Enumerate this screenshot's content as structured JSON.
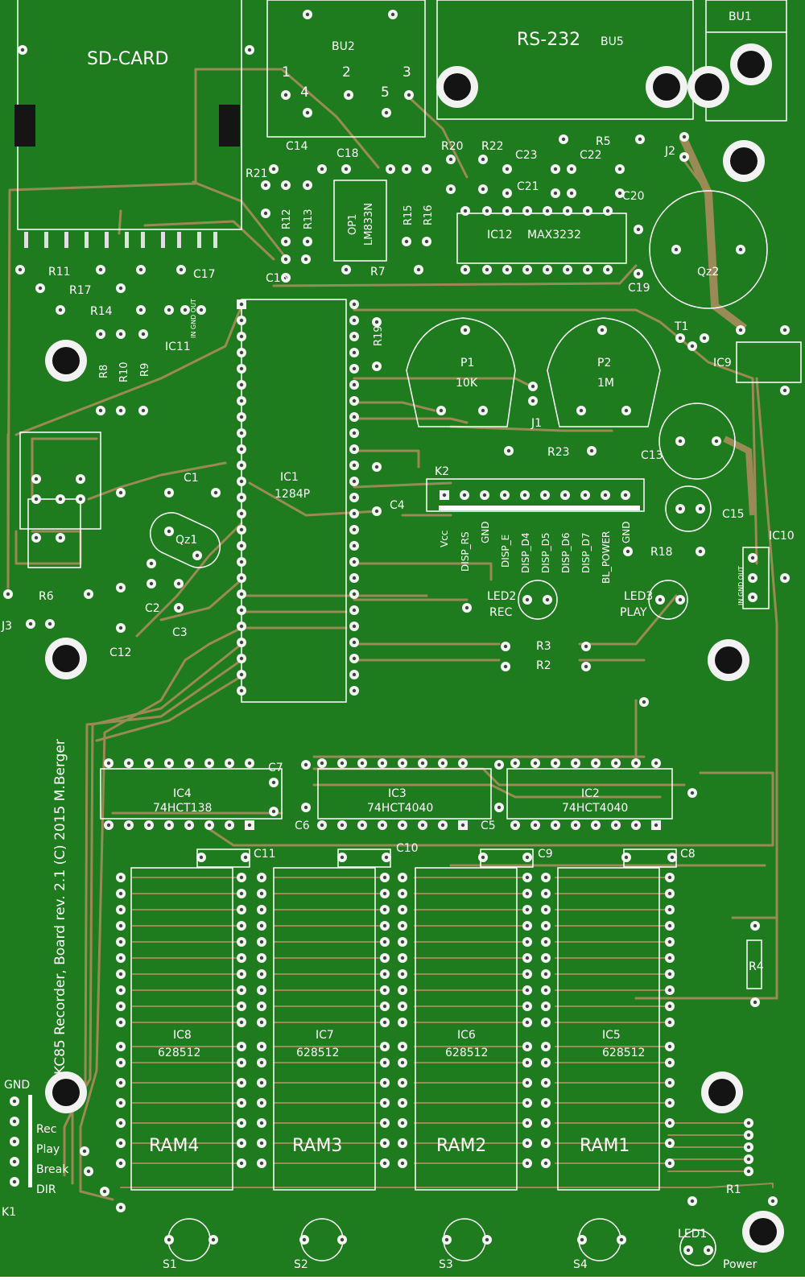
{
  "colors": {
    "board": "#1e7b1e",
    "trace": "#9a8a55",
    "silk": "#ffffff",
    "pad": "#ffffff",
    "hole": "#1a1a1a"
  },
  "labels": {
    "sdcard": "SD-CARD",
    "rs232": "RS-232",
    "bu1": "BU1",
    "bu2": "BU2",
    "bu5": "BU5",
    "pin1": "1",
    "pin2": "2",
    "pin3": "3",
    "pin4": "4",
    "pin5": "5",
    "c14": "C14",
    "c18": "C18",
    "c23": "C23",
    "c22": "C22",
    "c21": "C21",
    "c20": "C20",
    "c19": "C19",
    "c17": "C17",
    "c16": "C16",
    "c1": "C1",
    "c2": "C2",
    "c3": "C3",
    "c4": "C4",
    "c5": "C5",
    "c6": "C6",
    "c7": "C7",
    "c8": "C8",
    "c9": "C9",
    "c10": "C10",
    "c11": "C11",
    "c12": "C12",
    "c13": "C13",
    "c15": "C15",
    "r1": "R1",
    "r2": "R2",
    "r3": "R3",
    "r4": "R4",
    "r5": "R5",
    "r6": "R6",
    "r7": "R7",
    "r8": "R8",
    "r9": "R9",
    "r10": "R10",
    "r11": "R11",
    "r12": "R12",
    "r13": "R13",
    "r14": "R14",
    "r15": "R15",
    "r16": "R16",
    "r17": "R17",
    "r18": "R18",
    "r19": "R19",
    "r20": "R20",
    "r21": "R21",
    "r22": "R22",
    "r23": "R23",
    "j1": "J1",
    "j2": "J2",
    "j3": "J3",
    "t1": "T1",
    "k1": "K1",
    "k2": "K2",
    "op1": "OP1",
    "lm833n": "LM833N",
    "ic12": "IC12",
    "max3232": "MAX3232",
    "ic11": "IC11",
    "ic9": "IC9",
    "ic10": "IC10",
    "qz2": "Qz2",
    "qz1": "Qz1",
    "p1": "P1",
    "p1v": "10K",
    "p2": "P2",
    "p2v": "1M",
    "ic1": "IC1",
    "ic1v": "1284P",
    "vcc": "Vcc",
    "disp_rs": "DISP_RS",
    "gnd": "GND",
    "disp_e": "DISP_E",
    "disp_d4": "DISP_D4",
    "disp_d5": "DISP_D5",
    "disp_d6": "DISP_D6",
    "disp_d7": "DISP_D7",
    "bl_power": "BL_POWER",
    "gnd2": "GND",
    "led1": "LED1",
    "led2": "LED2",
    "rec_led": "REC",
    "led3": "LED3",
    "play_led": "PLAY",
    "power": "Power",
    "ic2": "IC2",
    "ic2v": "74HCT4040",
    "ic3": "IC3",
    "ic3v": "74HCT4040",
    "ic4": "IC4",
    "ic4v": "74HCT138",
    "ic5": "IC5",
    "ic5v": "628512",
    "ic6": "IC6",
    "ic6v": "628512",
    "ic7": "IC7",
    "ic7v": "628512",
    "ic8": "IC8",
    "ic8v": "628512",
    "ram1": "RAM1",
    "ram2": "RAM2",
    "ram3": "RAM3",
    "ram4": "RAM4",
    "gnd_k1": "GND",
    "rec": "Rec",
    "play": "Play",
    "break": "Break",
    "dir": "DIR",
    "s1": "S1",
    "s2": "S2",
    "s3": "S3",
    "s4": "S4",
    "credit": "KC85 Recorder, Board rev. 2.1 (C) 2015 M.Berger",
    "ic11_pins": "IN GND OUT",
    "ic10_pins": "IN GND OUT"
  }
}
